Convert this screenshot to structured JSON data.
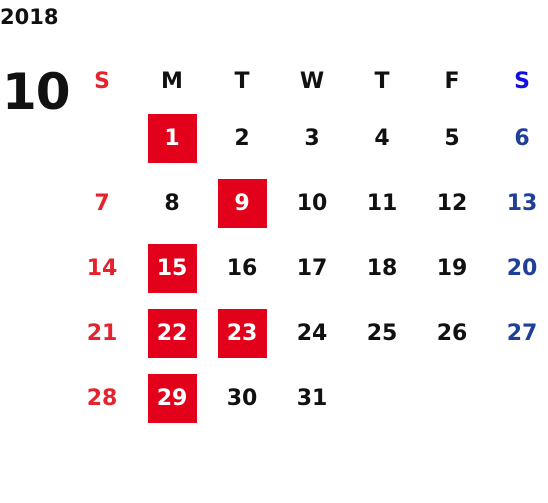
{
  "calendar": {
    "year": "2018",
    "month": "10",
    "weekdays": [
      "S",
      "M",
      "T",
      "W",
      "T",
      "F",
      "S"
    ],
    "weeks": [
      [
        "",
        "1",
        "2",
        "3",
        "4",
        "5",
        "6"
      ],
      [
        "7",
        "8",
        "9",
        "10",
        "11",
        "12",
        "13"
      ],
      [
        "14",
        "15",
        "16",
        "17",
        "18",
        "19",
        "20"
      ],
      [
        "21",
        "22",
        "23",
        "24",
        "25",
        "26",
        "27"
      ],
      [
        "28",
        "29",
        "30",
        "31",
        "",
        "",
        ""
      ]
    ],
    "highlighted_days": [
      "1",
      "9",
      "15",
      "22",
      "23",
      "29"
    ]
  },
  "colors": {
    "sunday": "#e3232e",
    "saturday": "#1f3f99",
    "highlight_bg": "#e2001b",
    "text": "#111111"
  }
}
